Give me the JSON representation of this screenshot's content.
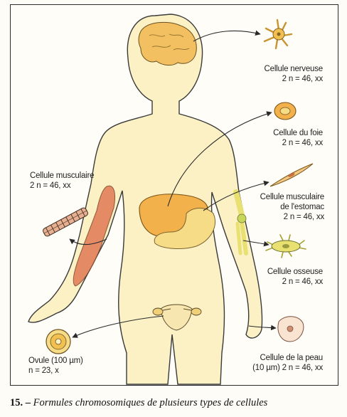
{
  "labels": {
    "nerve": {
      "name": "Cellule nerveuse",
      "formula": "2 n = 46, xx"
    },
    "liver": {
      "name": "Cellule du foie",
      "formula": "2 n = 46, xx"
    },
    "muscle": {
      "name": "Cellule musculaire",
      "formula": "2 n = 46, xx"
    },
    "stomach": {
      "line1": "Cellule musculaire",
      "line2": "de l'estomac",
      "formula": "2 n = 46, xx"
    },
    "bone": {
      "name": "Cellule osseuse",
      "formula": "2 n = 46, xx"
    },
    "ovum": {
      "name": "Ovule (100 µm)",
      "formula": "n = 23, x"
    },
    "skin": {
      "name": "Cellule de la peau",
      "formula": "(10 µm) 2 n = 46, xx"
    }
  },
  "caption": {
    "number": "15. –",
    "text": "Formules chromosomiques de plusieurs types de cellules"
  },
  "colors": {
    "skin_tint": "#fbf1c4",
    "organ_orange": "#f2b14a",
    "organ_light": "#f7dc88",
    "muscle_red": "#e07a55",
    "bone_yellow": "#e8e070",
    "outline": "#3a3a3a"
  }
}
